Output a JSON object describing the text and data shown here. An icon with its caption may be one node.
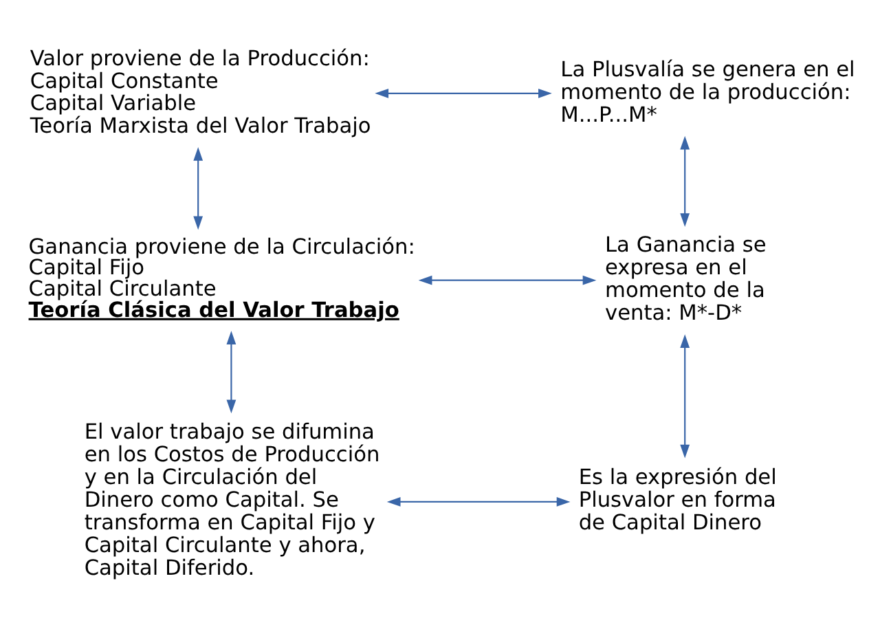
{
  "diagram": {
    "nodes": [
      {
        "text": [
          "Valor proviene de la Producción:",
          "Capital Constante",
          "Capital Variable",
          "Teoría Marxista del Valor Trabajo"
        ]
      },
      {
        "text": [
          "La Plusvalía se genera en el momento de la producción: M...P...M*"
        ]
      },
      {
        "text": [
          "Ganancia proviene de la Circulación:",
          "Capital Fijo",
          "Capital Circulante",
          "Teoría Clásica del Valor Trabajo"
        ]
      },
      {
        "text": [
          "La Ganancia se expresa en el momento de la venta: M*-D*"
        ]
      },
      {
        "text": [
          "El valor trabajo se difumina en los Costos de Producción y en la Circulación del Dinero como Capital. Se transforma en Capital Fijo y Capital Circulante y ahora, Capital Diferido."
        ]
      },
      {
        "text": [
          "Es la expresión del Plusvalor en forma de Capital Dinero"
        ]
      }
    ],
    "edges": [
      {
        "from": 0,
        "to": 1,
        "arrow": "both"
      },
      {
        "from": 0,
        "to": 2,
        "arrow": "both"
      },
      {
        "from": 1,
        "to": 3,
        "arrow": "both"
      },
      {
        "from": 2,
        "to": 3,
        "arrow": "both"
      },
      {
        "from": 2,
        "to": 4,
        "arrow": "both"
      },
      {
        "from": 3,
        "to": 5,
        "arrow": "both"
      },
      {
        "from": 4,
        "to": 5,
        "arrow": "both"
      }
    ]
  }
}
